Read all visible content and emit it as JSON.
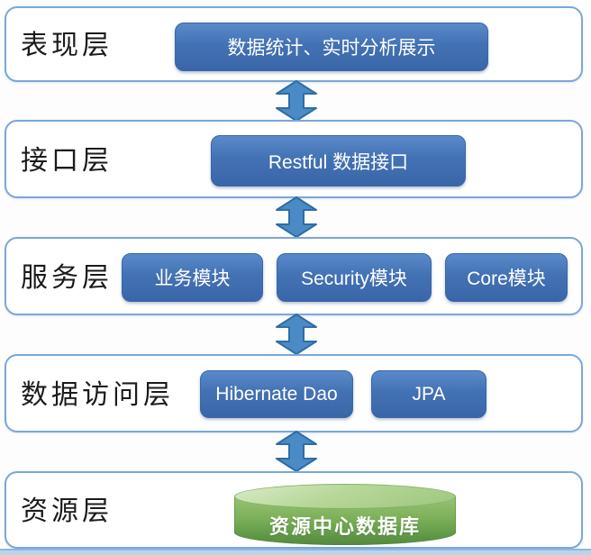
{
  "diagram": {
    "title": "layered-architecture",
    "layers": [
      {
        "label": "表现层",
        "boxes": [
          "数据统计、实时分析展示"
        ]
      },
      {
        "label": "接口层",
        "boxes": [
          "Restful 数据接口"
        ]
      },
      {
        "label": "服务层",
        "boxes": [
          "业务模块",
          "Security模块",
          "Core模块"
        ]
      },
      {
        "label": "数据访问层",
        "boxes": [
          "Hibernate Dao",
          "JPA"
        ]
      },
      {
        "label": "资源层",
        "database": "资源中心数据库"
      }
    ],
    "connectors": {
      "type": "double-headed-vertical-arrow",
      "count": 4
    },
    "colors": {
      "container_border": "#7ba7d8",
      "box_blue_top": "#5b8acb",
      "box_blue_bottom": "#3a66a8",
      "box_text": "#ffffff",
      "label_text": "#1b1b1b",
      "arrow_fill": "#4a8ac6",
      "arrow_stroke": "#2e6da4",
      "cylinder_green_light": "#b7d799",
      "cylinder_green_dark": "#55893e",
      "bottom_strip": "#b9d5eb"
    }
  }
}
